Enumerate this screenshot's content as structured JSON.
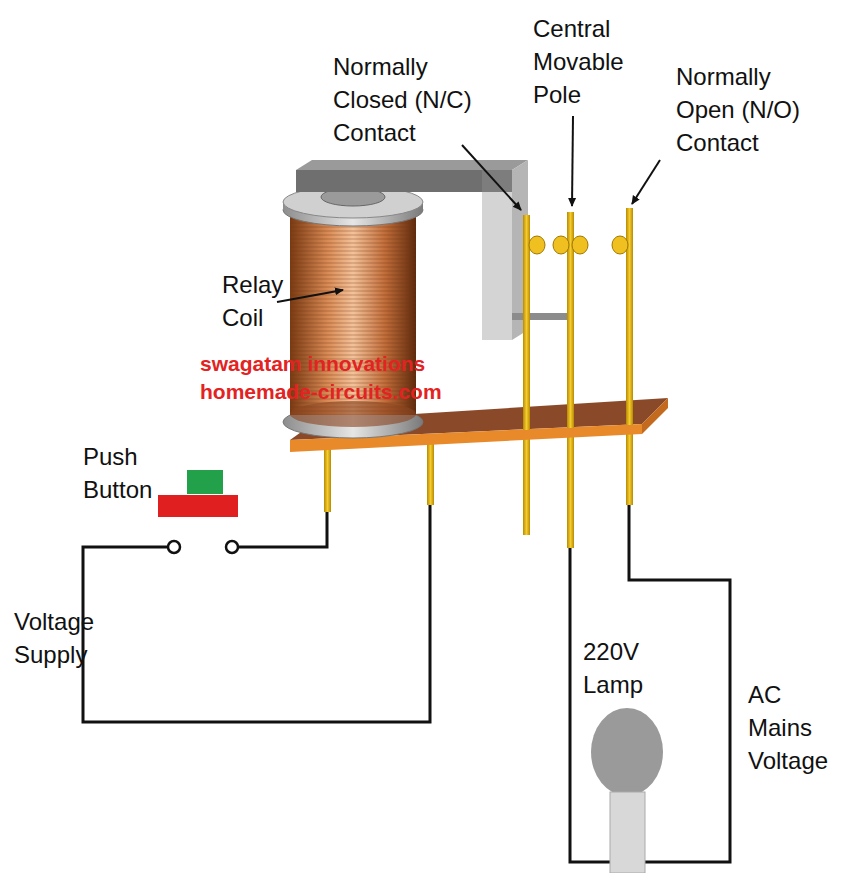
{
  "diagram": {
    "labels": [
      "Normally Closed (N/C) Contact",
      "Central Movable Pole",
      "Normally Open (N/O) Contact",
      "Relay Coil",
      "swagatam innovations",
      "homemade-circuits.com",
      "Push Button",
      "Voltage Supply",
      "220V Lamp",
      "AC Mains Voltage"
    ]
  }
}
